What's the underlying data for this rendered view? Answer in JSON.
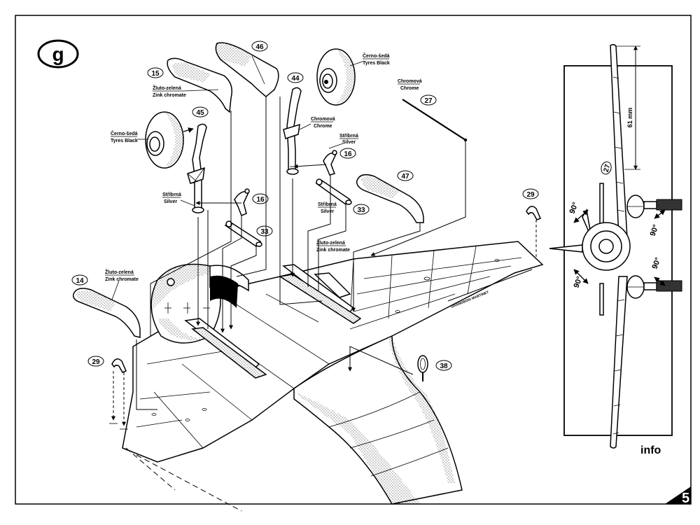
{
  "step": {
    "letter": "g"
  },
  "page_number": "5",
  "brand": "info",
  "parts": [
    {
      "id": "p46",
      "number": "46"
    },
    {
      "id": "p15",
      "number": "15"
    },
    {
      "id": "p44",
      "number": "44"
    },
    {
      "id": "p45",
      "number": "45"
    },
    {
      "id": "p27a",
      "number": "27"
    },
    {
      "id": "p16a",
      "number": "16"
    },
    {
      "id": "p16b",
      "number": "16"
    },
    {
      "id": "p33a",
      "number": "33"
    },
    {
      "id": "p33b",
      "number": "33"
    },
    {
      "id": "p47",
      "number": "47"
    },
    {
      "id": "p29a",
      "number": "29"
    },
    {
      "id": "p29b",
      "number": "29"
    },
    {
      "id": "p14",
      "number": "14"
    },
    {
      "id": "p38",
      "number": "38"
    },
    {
      "id": "p27b",
      "number": "27"
    }
  ],
  "colors": {
    "c1": {
      "cz": "Černo-šedá",
      "en": "Tyres Black"
    },
    "c2": {
      "cz": "Žluto-zelená",
      "en": "Zink chromate"
    },
    "c3": {
      "cz": "Černo-šedá",
      "en": "Tyres Black"
    },
    "c4": {
      "cz": "Chromová",
      "en": "Chrome"
    },
    "c5": {
      "cz": "Chromová",
      "en": "Chrome"
    },
    "c6": {
      "cz": "Stříbrná",
      "en": "Silver"
    },
    "c7": {
      "cz": "Stříbrná",
      "en": "Silver"
    },
    "c8": {
      "cz": "Stříbrná",
      "en": "Silver"
    },
    "c9": {
      "cz": "Žluto-zelená",
      "en": "Zink chromate"
    },
    "c10": {
      "cz": "Žluto-zelená",
      "en": "Zink chromate"
    }
  },
  "wing_marking": "GRANDBOIS MARTINET",
  "front_view": {
    "dimension": "61 mm",
    "angles": [
      "90°",
      "90°",
      "90°",
      "90°"
    ]
  }
}
